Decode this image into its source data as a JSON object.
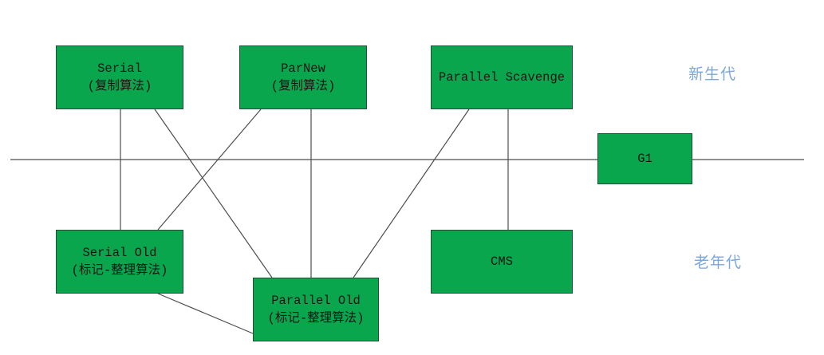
{
  "diagram": {
    "description": "JVM garbage collectors and their pairings across heap generations",
    "regions": {
      "young": {
        "label": "新生代"
      },
      "old": {
        "label": "老年代"
      }
    },
    "nodes": {
      "serial": {
        "title": "Serial",
        "subtitle": "(复制算法)"
      },
      "parnew": {
        "title": "ParNew",
        "subtitle": "(复制算法)"
      },
      "parallel_scavenge": {
        "title": "Parallel Scavenge",
        "subtitle": ""
      },
      "g1": {
        "title": "G1",
        "subtitle": ""
      },
      "serial_old": {
        "title": "Serial Old",
        "subtitle": "(标记-整理算法)"
      },
      "cms": {
        "title": "CMS",
        "subtitle": ""
      },
      "parallel_old": {
        "title": "Parallel Old",
        "subtitle": "(标记-整理算法)"
      }
    },
    "edges": [
      {
        "from": "serial",
        "to": "serial_old"
      },
      {
        "from": "serial",
        "to": "parallel_old"
      },
      {
        "from": "parnew",
        "to": "serial_old"
      },
      {
        "from": "parnew",
        "to": "parallel_old"
      },
      {
        "from": "parallel_scavenge",
        "to": "parallel_old"
      },
      {
        "from": "parallel_scavenge",
        "to": "cms"
      },
      {
        "from": "serial_old",
        "to": "parallel_old"
      }
    ],
    "colors": {
      "node_fill": "#0aa64e",
      "node_border": "#1f5134",
      "node_text": "#141414",
      "region_label": "#7ba7dc",
      "line": "#4d4d4d"
    }
  }
}
